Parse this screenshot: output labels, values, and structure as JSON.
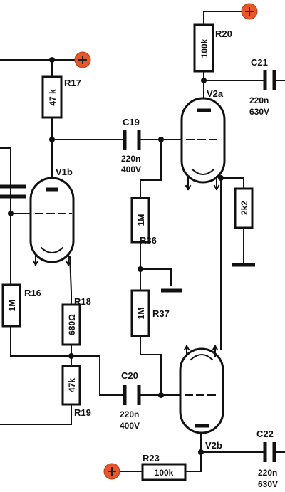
{
  "components": {
    "R17": {
      "ref": "R17",
      "value": "47 k"
    },
    "R20": {
      "ref": "R20",
      "value": "100k"
    },
    "R16": {
      "ref": "R16",
      "value": "1M"
    },
    "R18": {
      "ref": "R18",
      "value": "680Ω"
    },
    "R19": {
      "ref": "R19",
      "value": "47k"
    },
    "R36": {
      "ref": "R36",
      "value": "1M"
    },
    "R37": {
      "ref": "R37",
      "value": "1M"
    },
    "R23": {
      "ref": "R23",
      "value": "100k"
    },
    "R_2k2": {
      "value": "2k2"
    },
    "C19": {
      "ref": "C19",
      "value1": "220n",
      "value2": "400V"
    },
    "C20": {
      "ref": "C20",
      "value1": "220n",
      "value2": "400V"
    },
    "C21": {
      "ref": "C21",
      "value1": "220n",
      "value2": "630V"
    },
    "C22": {
      "ref": "C22",
      "value1": "220n",
      "value2": "630V"
    },
    "V1b": {
      "ref": "V1b"
    },
    "V2a": {
      "ref": "V2a"
    },
    "V2b": {
      "ref": "V2b"
    }
  },
  "supply_symbol": "+",
  "colors": {
    "supply": "#e8572a",
    "ink": "#111111"
  }
}
